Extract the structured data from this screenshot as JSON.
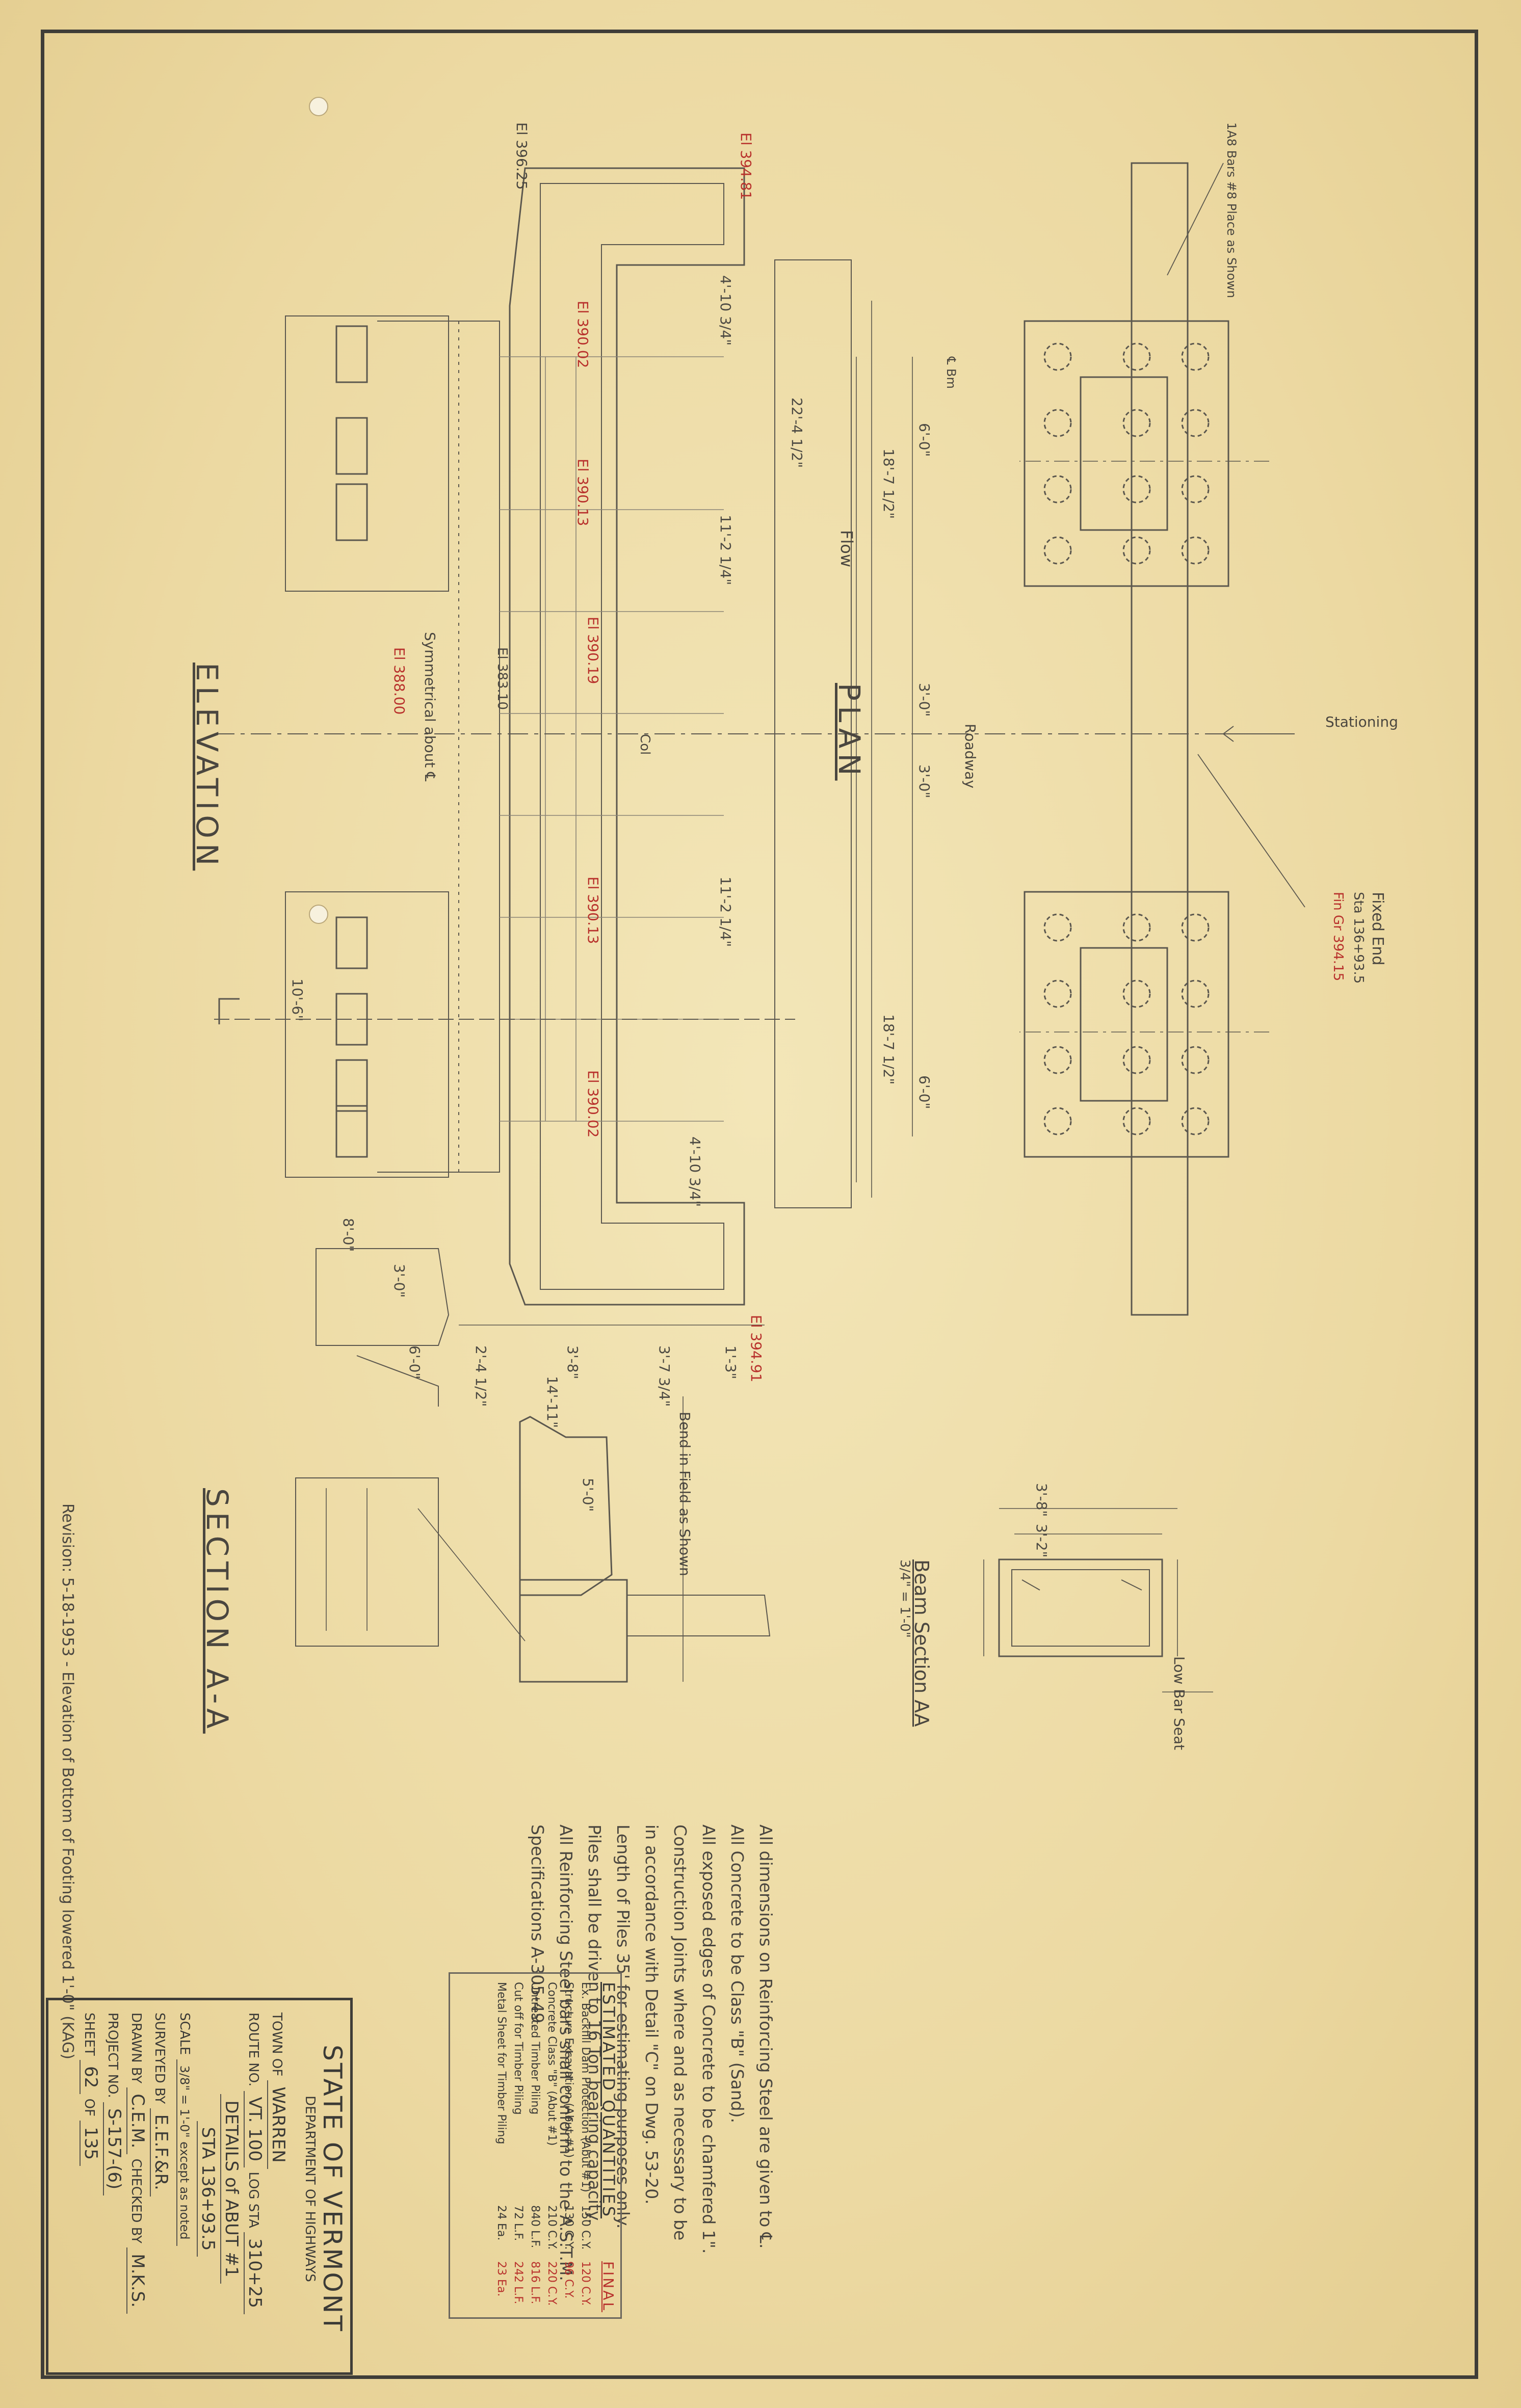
{
  "title_block": {
    "state": "STATE OF VERMONT",
    "department": "DEPARTMENT OF HIGHWAYS",
    "town_label": "TOWN OF",
    "town": "WARREN",
    "route_label": "ROUTE NO.",
    "route": "VT. 100",
    "log_sta_label": "LOG STA",
    "log_sta": "310+25",
    "title_line1": "DETAILS of ABUT #1",
    "title_line2": "STA 136+93.5",
    "scale_label": "SCALE",
    "scale": "3/8\" = 1'-0\" except as noted",
    "surveyed_label": "SURVEYED BY",
    "surveyed": "E.E.F.&R.",
    "drawn_label": "DRAWN BY",
    "drawn": "C.E.M.",
    "checked_label": "CHECKED BY",
    "checked": "M.K.S.",
    "project_label": "PROJECT NO.",
    "project": "S-157-(6)",
    "sheet_label": "SHEET",
    "sheet": "62",
    "of_label": "OF",
    "total_sheets": "135"
  },
  "views": {
    "elevation": "ELEVATION",
    "plan": "PLAN",
    "section_aa": "SECTION A-A",
    "beam_section": "Beam Section AA",
    "beam_scale": "3/4\" = 1'-0\""
  },
  "annotations": {
    "flow": "Flow",
    "stationing": "Stationing",
    "fixed_end": "Fixed End",
    "fixed_end_sta": "Sta 136+93.5",
    "fixed_end_el": "Fin Gr 394.15",
    "roadway": "Roadway",
    "symmetrical": "Symmetrical about ℄",
    "bend_field": "Bend in Field as Shown",
    "revision": "Revision: 5-18-1953 - Elevation of Bottom of Footing lowered 1'-0\" (KAG)",
    "col": "Col",
    "bm": "℄ Bm",
    "low_bar_seat": "Low Bar Seat",
    "bars_place": "1A8 Bars #8 Place as Shown"
  },
  "dimensions": {
    "overall_length": "22'-4 1/2\"",
    "half_length_top": "11'-2 1/4\"",
    "half_length_bottom": "11'-2 1/4\"",
    "plan_half_top": "18'-7 1/2\"",
    "plan_half_bottom": "18'-7 1/2\"",
    "col_spacing_a": "6'-0\"",
    "col_spacing_b": "6'-0\"",
    "col_spacing_c": "3'-0\"",
    "col_spacing_d": "3'-0\"",
    "wing_a": "4'-10 3/4\"",
    "wing_b": "4'-10 3/4\"",
    "base_width": "14'-11\"",
    "beam_w_outer": "3'-8\"",
    "beam_w_inner": "3'-2\"",
    "footing_w": "10'-6\"",
    "section_h": "5'-0\"",
    "d_a": "8'-0\"",
    "d_b": "3'-0\"",
    "d_c": "2'-4 1/2\"",
    "d_d": "3'-8\"",
    "d_e": "3'-7 3/4\"",
    "d_f": "1'-3\"",
    "d_g": "6'-0\""
  },
  "elevations": {
    "el_1": "El 396.25",
    "el_2": "El 394.81",
    "el_3": "El 390.02",
    "el_4": "El 390.13",
    "el_5": "El 390.19",
    "el_6": "El 390.13",
    "el_7": "El 390.02",
    "el_8": "El 388.00",
    "el_9": "El 383.10",
    "el_10": "El 394.91"
  },
  "general_notes": [
    "All dimensions on Reinforcing Steel are given to ℄.",
    "All Concrete to be Class \"B\" (Sand).",
    "All exposed edges of Concrete to be chamfered 1\".",
    "Construction Joints where and as necessary to be",
    "in accordance with Detail \"C\" on Dwg. 53-20.",
    "Length of Piles 35' for estimating purposes only.",
    "Piles shall be driven to 16 Ton bearing capacity.",
    "All Reinforcing Steel bars shall conform to the A.S.T.M.",
    "Specifications A-305-49."
  ],
  "estimated_quantities": {
    "heading": "ESTIMATED QUANTITIES",
    "final_label": "FINAL",
    "items": [
      {
        "item": "Ex. Backfill Dam Protection (Abut #1)",
        "qty": "150 C.Y.",
        "final": "120 C.Y."
      },
      {
        "item": "Structure Excavation (Abut #1)",
        "qty": "130 C.Y.",
        "final": "96 C.Y."
      },
      {
        "item": "Concrete Class \"B\" (Abut #1)",
        "qty": "210 C.Y.",
        "final": "220 C.Y."
      },
      {
        "item": "Untreated Timber Piling",
        "qty": "840 L.F.",
        "final": "816 L.F."
      },
      {
        "item": "Cut off for Timber Piling",
        "qty": "72 L.F.",
        "final": "242 L.F."
      },
      {
        "item": "Metal Sheet for Timber Piling",
        "qty": "24 Ea.",
        "final": "23 Ea."
      }
    ]
  },
  "colors": {
    "paper": "#efe0ad",
    "ink": "#3b3a36",
    "pencil": "#6d685c",
    "red_check": "#b8312c"
  }
}
